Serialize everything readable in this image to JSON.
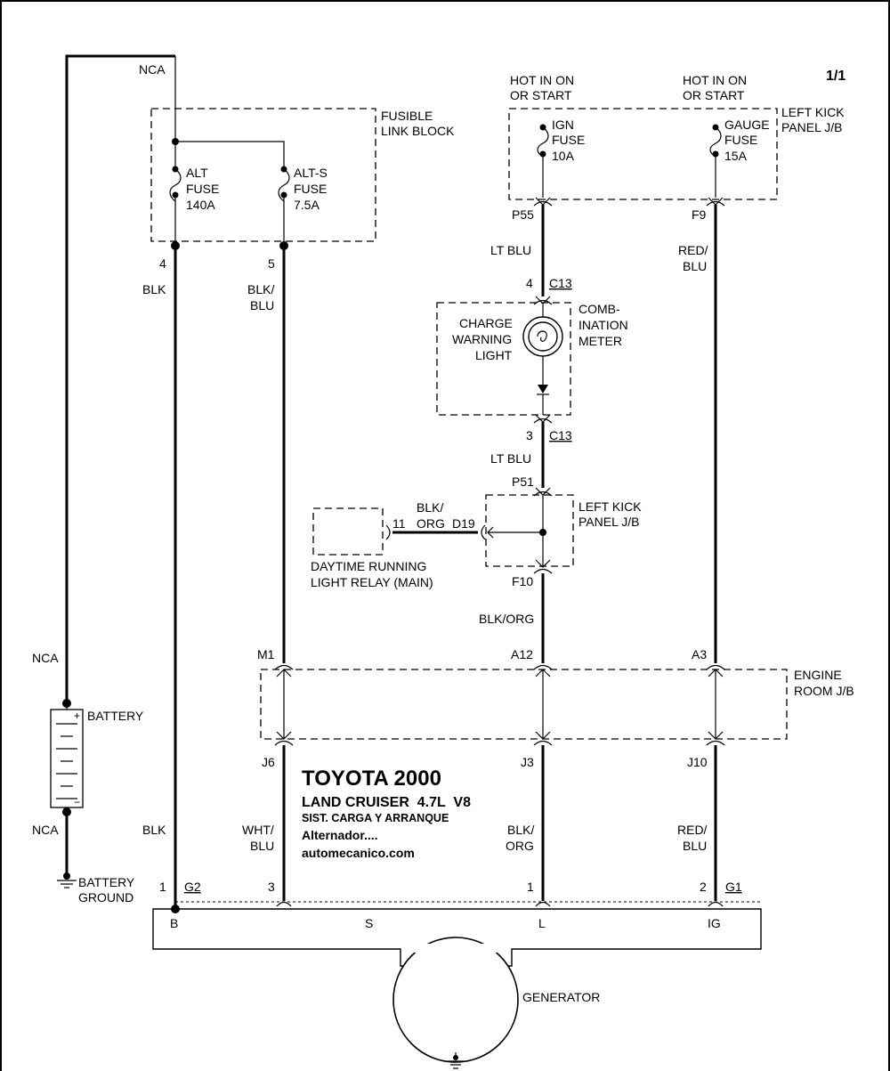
{
  "page": {
    "label": "1/1"
  },
  "title": {
    "make_year": "TOYOTA 2000",
    "model": "LAND CRUISER  4.7L  V8",
    "system": "SIST. CARGA Y ARRANQUE",
    "subtitle": "Alternador....",
    "website": "automecanico.com"
  },
  "blocks": {
    "fusible_link": [
      "FUSIBLE",
      "LINK BLOCK"
    ],
    "left_kick_top": [
      "LEFT KICK",
      "PANEL J/B"
    ],
    "combination_meter": [
      "COMB-",
      "INATION",
      "METER"
    ],
    "charge_light": [
      "CHARGE",
      "WARNING",
      "LIGHT"
    ],
    "left_kick_mid": [
      "LEFT KICK",
      "PANEL J/B"
    ],
    "drl_relay": [
      "DAYTIME RUNNING",
      "LIGHT RELAY (MAIN)"
    ],
    "engine_room": [
      "ENGINE",
      "ROOM J/B"
    ],
    "battery": "BATTERY",
    "battery_ground": [
      "BATTERY",
      "GROUND"
    ],
    "generator": "GENERATOR"
  },
  "fuses": {
    "alt": [
      "ALT",
      "FUSE",
      "140A"
    ],
    "alt_s": [
      "ALT-S",
      "FUSE",
      "7.5A"
    ],
    "ign": [
      "IGN",
      "FUSE",
      "10A"
    ],
    "gauge": [
      "GAUGE",
      "FUSE",
      "15A"
    ]
  },
  "hot": {
    "ign": [
      "HOT IN ON",
      "OR START"
    ],
    "gauge": [
      "HOT IN ON",
      "OR START"
    ]
  },
  "connectors": {
    "p55": "P55",
    "f9": "F9",
    "c13_top_pin": "4",
    "c13_top": "C13",
    "c13_bot_pin": "3",
    "c13_bot": "C13",
    "p51": "P51",
    "d19_pin": "11",
    "d19": "D19",
    "f10": "F10",
    "m1": "M1",
    "a12": "A12",
    "a3": "A3",
    "j6": "J6",
    "j3": "J3",
    "j10": "J10",
    "pin4": "4",
    "pin5": "5",
    "g2_pin": "1",
    "g2": "G2",
    "s_pin": "3",
    "l_pin": "1",
    "g1_pin": "2",
    "g1": "G1"
  },
  "wire_colors": {
    "ign_top": "LT BLU",
    "gauge_top": [
      "RED/",
      "BLU"
    ],
    "b_top": "BLK",
    "s_top": [
      "BLK/",
      "BLU"
    ],
    "meter_out": "LT BLU",
    "drl": [
      "BLK/",
      "ORG"
    ],
    "f10_out": "BLK/ORG",
    "b_bottom": "BLK",
    "s_bottom": [
      "WHT/",
      "BLU"
    ],
    "l_bottom": [
      "BLK/",
      "ORG"
    ],
    "ig_bottom": [
      "RED/",
      "BLU"
    ]
  },
  "nca": {
    "top": "NCA",
    "battery_top": "NCA",
    "battery_bottom": "NCA"
  },
  "terminals": {
    "b": "B",
    "s": "S",
    "l": "L",
    "ig": "IG"
  },
  "colors": {
    "line": "#000000",
    "background": "#ffffff"
  }
}
